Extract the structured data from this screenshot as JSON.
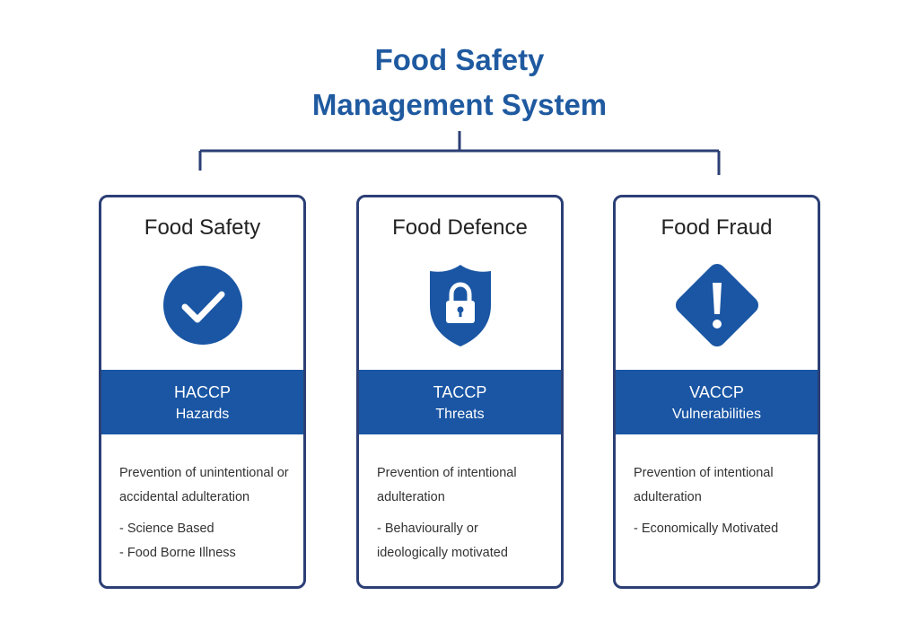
{
  "title": {
    "line1": "Food Safety",
    "line2": "Management System"
  },
  "colors": {
    "title": "#1f5aa0",
    "band": "#1a56a4",
    "border": "#2c3f75",
    "text": "#333333"
  },
  "cards": [
    {
      "heading": "Food Safety",
      "icon": "check-circle-icon",
      "code": "HACCP",
      "label": "Hazards",
      "description": "Prevention of unintentional or accidental adulteration",
      "bullets": [
        "- Science Based",
        "- Food Borne Illness"
      ]
    },
    {
      "heading": "Food Defence",
      "icon": "shield-lock-icon",
      "code": "TACCP",
      "label": "Threats",
      "description": "Prevention of intentional adulteration",
      "bullets": [
        "- Behaviourally or ideologically motivated"
      ]
    },
    {
      "heading": "Food Fraud",
      "icon": "warning-diamond-icon",
      "code": "VACCP",
      "label": "Vulnerabilities",
      "description": "Prevention of intentional adulteration",
      "bullets": [
        "- Economically Motivated"
      ]
    }
  ]
}
